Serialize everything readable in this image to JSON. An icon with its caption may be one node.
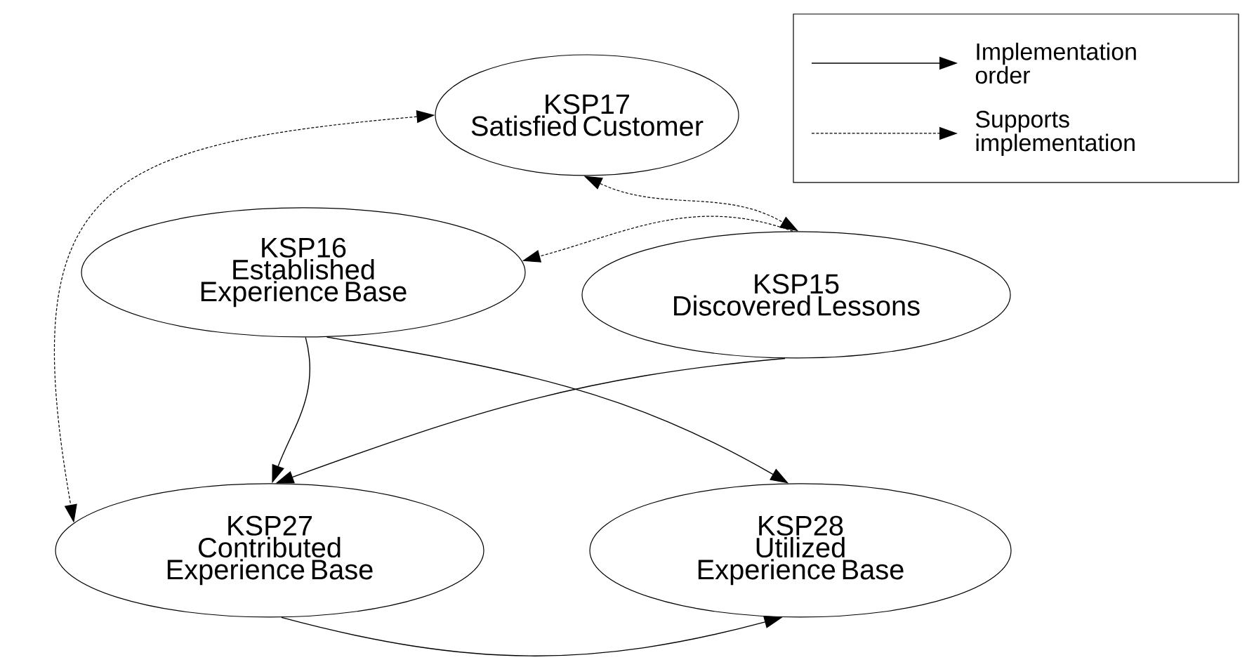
{
  "diagram": {
    "nodes": [
      {
        "text": [
          "KSP17",
          "Satisfied Customer"
        ]
      },
      {
        "text": [
          "KSP16",
          "Established Experience Base"
        ]
      },
      {
        "text": [
          "KSP15",
          "Discovered Lessons"
        ]
      },
      {
        "text": [
          "KSP27",
          "Contributed Experience Base"
        ]
      },
      {
        "text": [
          "KSP28",
          "Utilized Experience Base"
        ]
      }
    ],
    "edges": [
      {
        "from": 0,
        "to": 3,
        "arrow": "both",
        "style": "dashed"
      },
      {
        "from": 0,
        "to": 2,
        "arrow": "both",
        "style": "dashed"
      },
      {
        "from": 2,
        "to": 1,
        "arrow": "to",
        "style": "dashed"
      },
      {
        "from": 1,
        "to": 3,
        "arrow": "to"
      },
      {
        "from": 1,
        "to": 4,
        "arrow": "to"
      },
      {
        "from": 2,
        "to": 3,
        "arrow": "to"
      },
      {
        "from": 3,
        "to": 4,
        "arrow": "to"
      }
    ],
    "legend": [
      {
        "text": "Implementation order"
      },
      {
        "text": "Supports implementation"
      }
    ]
  }
}
